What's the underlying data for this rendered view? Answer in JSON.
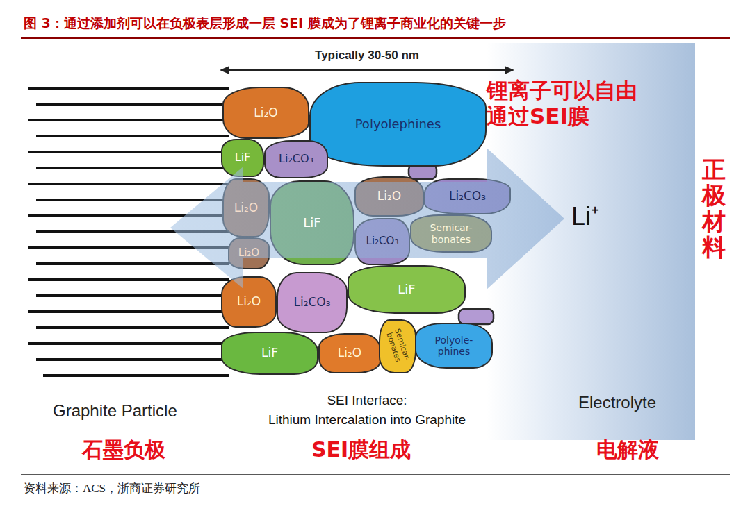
{
  "diagram": {
    "title": "图 3：通过添加剂可以在负极表层形成一层 SEI 膜成为了锂离子商业化的关键一步",
    "caption": "资料来源：ACS，浙商证券研究所",
    "nodes": [
      {
        "text": [
          "Li₂O"
        ]
      },
      {
        "text": [
          "Polyolephines"
        ]
      },
      {
        "text": [
          "LiF"
        ]
      },
      {
        "text": [
          "Li₂CO₃"
        ]
      },
      {
        "text": [
          "Li₂O"
        ]
      },
      {
        "text": [
          "LiF"
        ]
      },
      {
        "text": [
          "Li₂O"
        ]
      },
      {
        "text": [
          "Li₂CO₃"
        ]
      },
      {
        "text": [
          "Semicar- bonates"
        ]
      },
      {
        "text": [
          "Li₂CO₃"
        ]
      },
      {
        "text": [
          "Li₂O"
        ]
      },
      {
        "text": [
          "LiF"
        ]
      },
      {
        "text": [
          "Li₂O"
        ]
      },
      {
        "text": [
          "Li₂CO₃"
        ]
      },
      {
        "text": [
          "LiF"
        ]
      },
      {
        "text": [
          "Li₂O"
        ]
      },
      {
        "text": [
          "Semicar- bonates"
        ]
      },
      {
        "text": [
          "Polyole- phines"
        ]
      }
    ],
    "labels": [
      "Typically 30-50 nm",
      "锂离子可以自由 通过SEI膜",
      "Li⁺",
      "正极材料",
      "Graphite Particle",
      "SEI Interface:",
      "Lithium Intercalation into Graphite",
      "Electrolyte",
      "石墨负极",
      "SEI膜组成",
      "电解液"
    ]
  }
}
